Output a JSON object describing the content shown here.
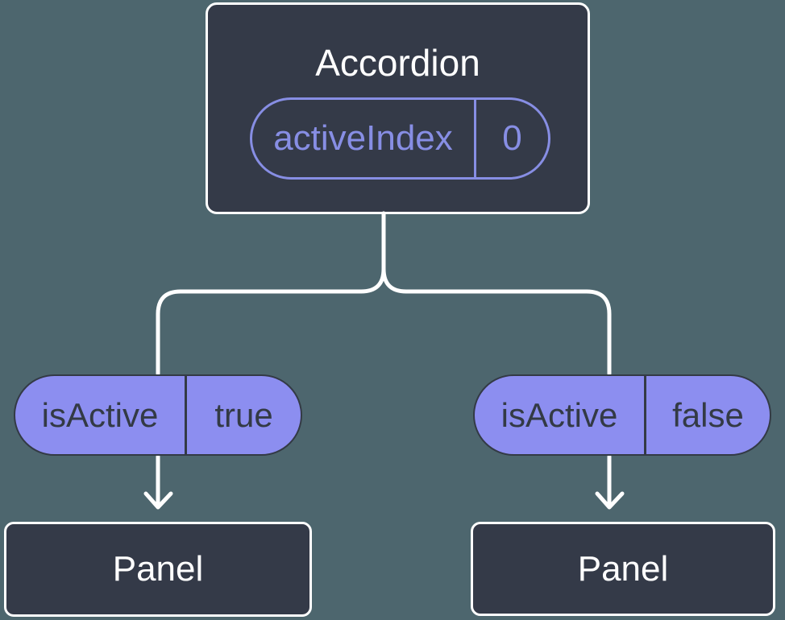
{
  "colors": {
    "background": "#4d666e",
    "node_fill": "#343a48",
    "node_border": "#ffffff",
    "accent": "#878ee4",
    "pill_fill": "#8c8ef0",
    "pill_text": "#333a45",
    "connector": "#ffffff"
  },
  "accordion": {
    "title": "Accordion",
    "state": {
      "name": "activeIndex",
      "value": "0"
    }
  },
  "children": [
    {
      "prop": {
        "name": "isActive",
        "value": "true"
      },
      "label": "Panel"
    },
    {
      "prop": {
        "name": "isActive",
        "value": "false"
      },
      "label": "Panel"
    }
  ]
}
